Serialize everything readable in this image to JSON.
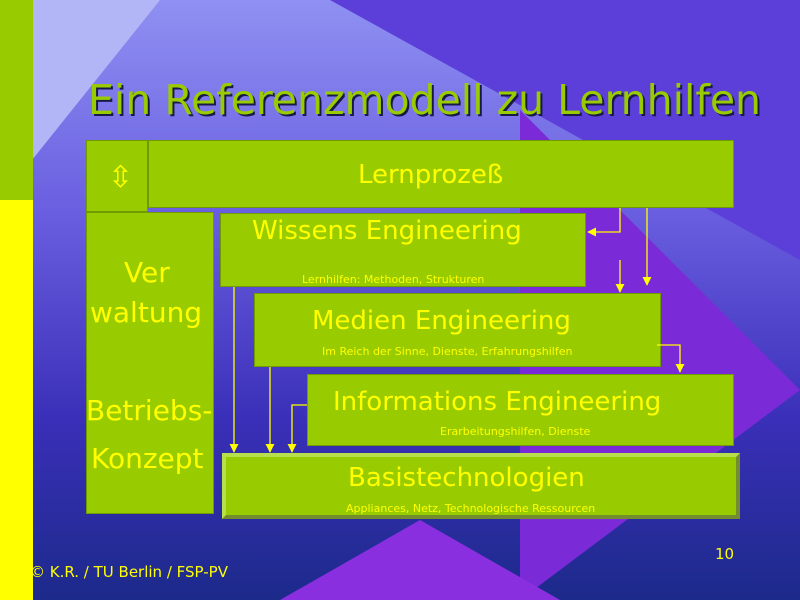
{
  "title": "Ein Referenzmodell zu Lernhilfen",
  "lernprozess": {
    "label": "Lernprozeß"
  },
  "updown_icon": "⇳",
  "verwaltung": {
    "line1": "Ver",
    "line2": "waltung"
  },
  "betriebskonzept": {
    "line1": "Betriebs-",
    "line2": "Konzept"
  },
  "wissens": {
    "label": "Wissens Engineering",
    "sub": "Lernhilfen:  Methoden, Strukturen"
  },
  "medien": {
    "label": "Medien Engineering",
    "sub": "Im Reich der Sinne, Dienste, Erfahrungshilfen"
  },
  "informations": {
    "label": "Informations Engineering",
    "sub": "Erarbeitungshilfen, Dienste"
  },
  "basis": {
    "label": "Basistechnologien",
    "sub": "Appliances, Netz, Technologische Ressourcen"
  },
  "footer": "© K.R. / TU Berlin / FSP-PV",
  "page_number": "10",
  "colors": {
    "box_fill": "#99cc00",
    "text": "#ffff00",
    "title": "#99cc00",
    "left_bar_green": "#99cc00",
    "left_bar_yellow": "#ffff00"
  }
}
